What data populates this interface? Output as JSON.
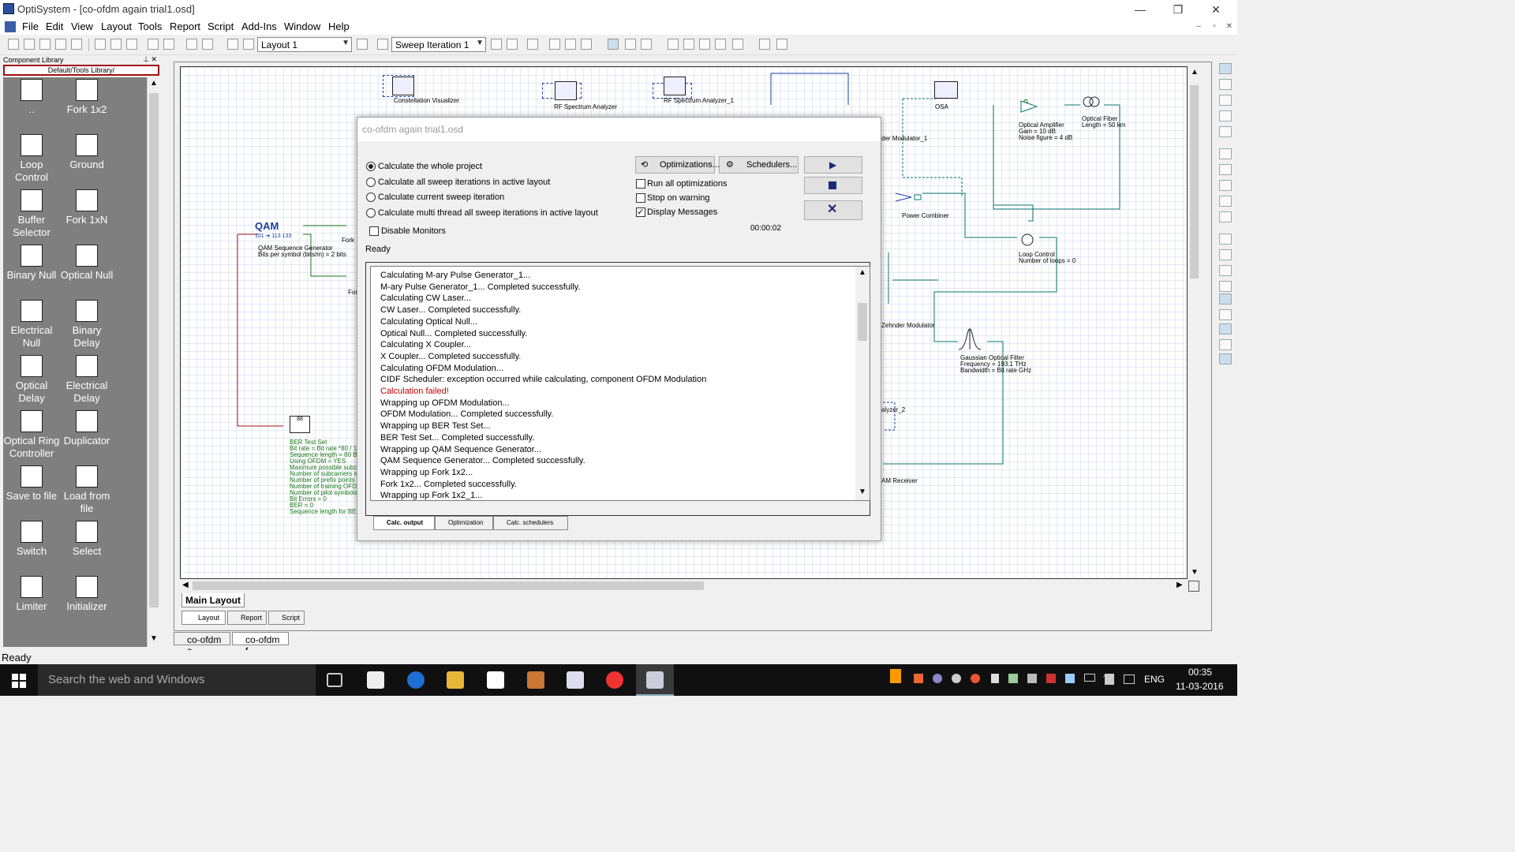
{
  "window": {
    "title": "OptiSystem - [co-ofdm again trial1.osd]",
    "minimize": "—",
    "restore": "❐",
    "close": "✕"
  },
  "menu": [
    "File",
    "Edit",
    "View",
    "Layout",
    "Tools",
    "Report",
    "Script",
    "Add-Ins",
    "Window",
    "Help"
  ],
  "mdi": {
    "minimize": "–",
    "restore": "▫",
    "close": "✕"
  },
  "toolbar": {
    "layout_combo": "Layout 1",
    "sweep_combo": "Sweep Iteration 1"
  },
  "library": {
    "header": "Component Library",
    "header_btns": "⊥ ✕",
    "path": "Default/Tools Library/",
    "items": [
      {
        "label": "..",
        "icon": "up-folder-icon"
      },
      {
        "label": "Fork 1x2",
        "icon": "fork-icon"
      },
      {
        "label": "Loop Control",
        "icon": "loop-control-icon"
      },
      {
        "label": "Ground",
        "icon": "ground-icon"
      },
      {
        "label": "Buffer Selector",
        "icon": "buffer-selector-icon"
      },
      {
        "label": "Fork 1xN",
        "icon": "fork-n-icon"
      },
      {
        "label": "Binary Null",
        "icon": "binary-null-icon"
      },
      {
        "label": "Optical Null",
        "icon": "optical-null-icon"
      },
      {
        "label": "Electrical Null",
        "icon": "electrical-null-icon"
      },
      {
        "label": "Binary Delay",
        "icon": "binary-delay-icon"
      },
      {
        "label": "Optical Delay",
        "icon": "optical-delay-icon"
      },
      {
        "label": "Electrical Delay",
        "icon": "electrical-delay-icon"
      },
      {
        "label": "Optical Ring Controller",
        "icon": "ring-controller-icon"
      },
      {
        "label": "Duplicator",
        "icon": "duplicator-icon"
      },
      {
        "label": "Save to file",
        "icon": "save-icon"
      },
      {
        "label": "Load from file",
        "icon": "load-icon"
      },
      {
        "label": "Switch",
        "icon": "switch-icon"
      },
      {
        "label": "Select",
        "icon": "select-icon"
      },
      {
        "label": "Limiter",
        "icon": "limiter-icon"
      },
      {
        "label": "Initializer",
        "icon": "initializer-icon"
      }
    ]
  },
  "canvas": {
    "constellation": "Constellation Visualizer",
    "rf1": "RF Spectrum Analyzer",
    "rf2": "RF Spectrum Analyzer_1",
    "mod1": "der Modulator_1",
    "osa": "OSA",
    "ampg": "G",
    "amp": "Optical Amplifier",
    "amp_gain": "Gain = 10  dB",
    "amp_nf": "Noise figure = 4  dB",
    "fiber": "Optical Fiber",
    "fiber_len": "Length = 50  km",
    "qam_logo": "QAM",
    "qam_bits": "101 ➔ 113 133",
    "qam": "QAM Sequence Generator",
    "qam_bps": "Bits per symbol (bits/m) = 2  bits",
    "fork1": "Fork",
    "fork2": "For",
    "combiner": "Power Combiner",
    "loop": "Loop Control",
    "loop_n": "Number of loops = 0",
    "mzm": "Zehnder Modulator",
    "gauss": "Gaussian Optical Filter",
    "gauss_f": "Frequency = 193.1  THz",
    "gauss_bw": "Bandwidth = Bit rate  GHz",
    "analyzer2": "alyzer_2",
    "receiver": "AM Receiver",
    "ber_title": "BER Test Set",
    "ber_lines": [
      "Bit rate = Bit rate *80 / 1:",
      "Sequence length = 80  Bi",
      "Using OFDM = YES",
      "Maximum possible subca",
      "Number of subcarriers in",
      "Number of prefix points",
      "Number of training OFDM",
      "Number of pilot symbols",
      "Bit Errors = 0",
      "BER = 0",
      "Sequence length for BER"
    ]
  },
  "tabs": {
    "main_layout": "Main Layout",
    "layout": "Layout",
    "report": "Report",
    "script": "Script",
    "doc1": "co-ofdm a...",
    "doc2": "co-ofdm f..."
  },
  "status": "Ready",
  "taskbar": {
    "search": "Search the web and Windows",
    "lang": "ENG",
    "time": "00:35",
    "date": "11-03-2016"
  },
  "dialog": {
    "title": "co-ofdm again trial1.osd",
    "options": [
      {
        "label": "Calculate the whole project",
        "selected": true
      },
      {
        "label": "Calculate all sweep iterations in active layout",
        "selected": false
      },
      {
        "label": "Calculate current sweep iteration",
        "selected": false
      },
      {
        "label": "Calculate multi thread all sweep iterations in active layout",
        "selected": false
      }
    ],
    "disable_monitors": "Disable Monitors",
    "optimizations_btn": "Optimizations...",
    "schedulers_btn": "Schedulers...",
    "run_all": "Run all optimizations",
    "stop_on_warning": "Stop on warning",
    "display_messages": "Display Messages",
    "timer": "00:00:02",
    "state": "Ready",
    "log": [
      {
        "text": "Calculating M-ary Pulse Generator_1...",
        "error": false
      },
      {
        "text": "M-ary Pulse Generator_1... Completed successfully.",
        "error": false
      },
      {
        "text": "Calculating CW Laser...",
        "error": false
      },
      {
        "text": "CW Laser... Completed successfully.",
        "error": false
      },
      {
        "text": "Calculating Optical Null...",
        "error": false
      },
      {
        "text": "Optical Null... Completed successfully.",
        "error": false
      },
      {
        "text": "Calculating X Coupler...",
        "error": false
      },
      {
        "text": "X Coupler... Completed successfully.",
        "error": false
      },
      {
        "text": "Calculating OFDM Modulation...",
        "error": false
      },
      {
        "text": "CIDF Scheduler: exception occurred while calculating, component  OFDM Modulation",
        "error": false
      },
      {
        "text": "Calculation failed!",
        "error": true
      },
      {
        "text": "Wrapping up OFDM Modulation...",
        "error": false
      },
      {
        "text": "OFDM Modulation... Completed successfully.",
        "error": false
      },
      {
        "text": "Wrapping up BER Test Set...",
        "error": false
      },
      {
        "text": "BER Test Set... Completed successfully.",
        "error": false
      },
      {
        "text": "Wrapping up QAM Sequence Generator...",
        "error": false
      },
      {
        "text": "QAM Sequence Generator... Completed successfully.",
        "error": false
      },
      {
        "text": "Wrapping up Fork 1x2...",
        "error": false
      },
      {
        "text": "Fork 1x2... Completed successfully.",
        "error": false
      },
      {
        "text": "Wrapping up Fork 1x2_1...",
        "error": false
      }
    ],
    "tabs": [
      "Calc. output",
      "Optimization",
      "Calc. schedulers"
    ]
  },
  "colors": {
    "error": "#c00000",
    "link_green": "#1a7a1a",
    "wire_red": "#a01010",
    "wire_blue": "#1a3fa0",
    "wire_teal": "#0a7a6a"
  }
}
